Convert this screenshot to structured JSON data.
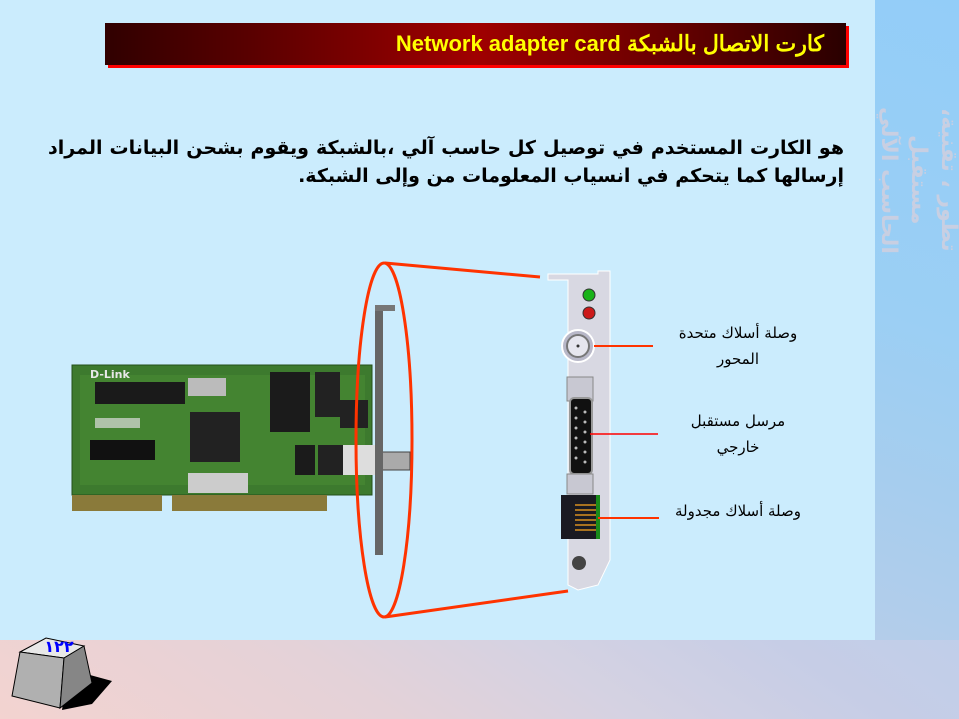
{
  "slide": {
    "title": "كارت الاتصال بالشبكة  Network adapter card",
    "side_title": "تطور ، تقنية، مستقبل\nالحاسب الآلي",
    "body": "هو الكارت المستخدم في توصيل كل حاسب آلي ،بالشبكة ويقوم بشحن البيانات المراد إرسالها كما يتحكم في انسياب المعلومات من وإلى الشبكة.",
    "card_brand": "D-Link",
    "callouts": [
      {
        "id": "coaxial",
        "label": "وصلة أسلاك متحدة المحور"
      },
      {
        "id": "transceiver",
        "label": "مرسل مستقبل خارجي"
      },
      {
        "id": "twisted-pair",
        "label": "وصلة أسلاك مجدولة"
      }
    ],
    "page_number": "١٢٢"
  },
  "colors": {
    "panel_bg": "#cbecfd",
    "title_text": "#ffff00",
    "title_bg_dark": "#300000",
    "title_bg_mid": "#a00000",
    "accent_red": "#ff3300",
    "page_number": "#0000ff"
  }
}
